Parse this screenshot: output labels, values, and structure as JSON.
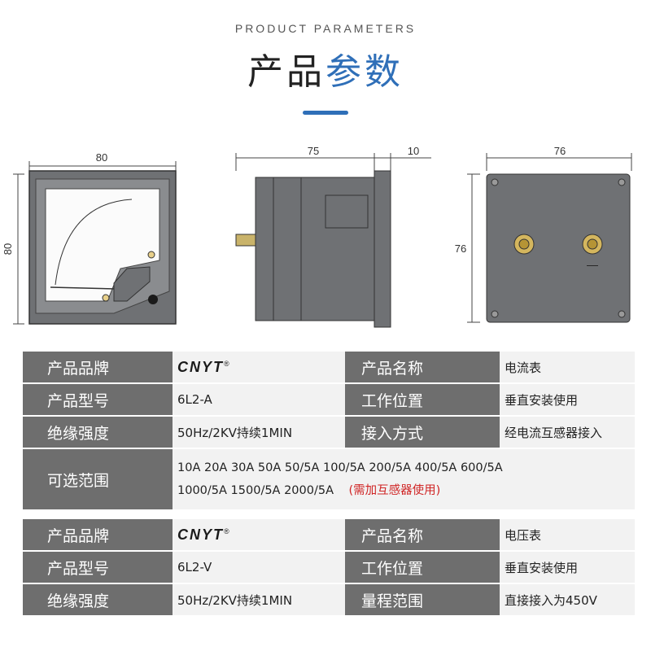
{
  "header": {
    "subtitle": "PRODUCT PARAMETERS",
    "title_part1": "产品",
    "title_part2": "参数"
  },
  "dimensions": {
    "front_width": "80",
    "front_height": "80",
    "side_depth": "75",
    "side_flange": "10",
    "back_width": "76",
    "back_height": "76",
    "back_minus_symbol": "—"
  },
  "table1": {
    "brand_label": "产品品牌",
    "brand_logo_text": "CNYT",
    "brand_logo_mark": "®",
    "name_label": "产品名称",
    "name_value": "电流表",
    "model_label": "产品型号",
    "model_value": "6L2-A",
    "position_label": "工作位置",
    "position_value": "垂直安装使用",
    "insulation_label": "绝缘强度",
    "insulation_value": "50Hz/2KV持续1MIN",
    "access_label": "接入方式",
    "access_value": "经电流互感器接入",
    "range_label": "可选范围",
    "range_line1": "10A 20A 30A 50A 50/5A 100/5A 200/5A 400/5A  600/5A",
    "range_line2": "1000/5A 1500/5A 2000/5A",
    "range_note": "(需加互感器使用)"
  },
  "table2": {
    "brand_label": "产品品牌",
    "brand_logo_text": "CNYT",
    "brand_logo_mark": "®",
    "name_label": "产品名称",
    "name_value": "电压表",
    "model_label": "产品型号",
    "model_value": "6L2-V",
    "position_label": "工作位置",
    "position_value": "垂直安装使用",
    "insulation_label": "绝缘强度",
    "insulation_value": "50Hz/2KV持续1MIN",
    "measure_label": "量程范围",
    "measure_value": "直接接入为450V"
  },
  "colors": {
    "accent": "#2f6fb8",
    "header_cell": "#6e6e6e",
    "value_cell": "#f2f2f2",
    "note_red": "#d02525"
  }
}
